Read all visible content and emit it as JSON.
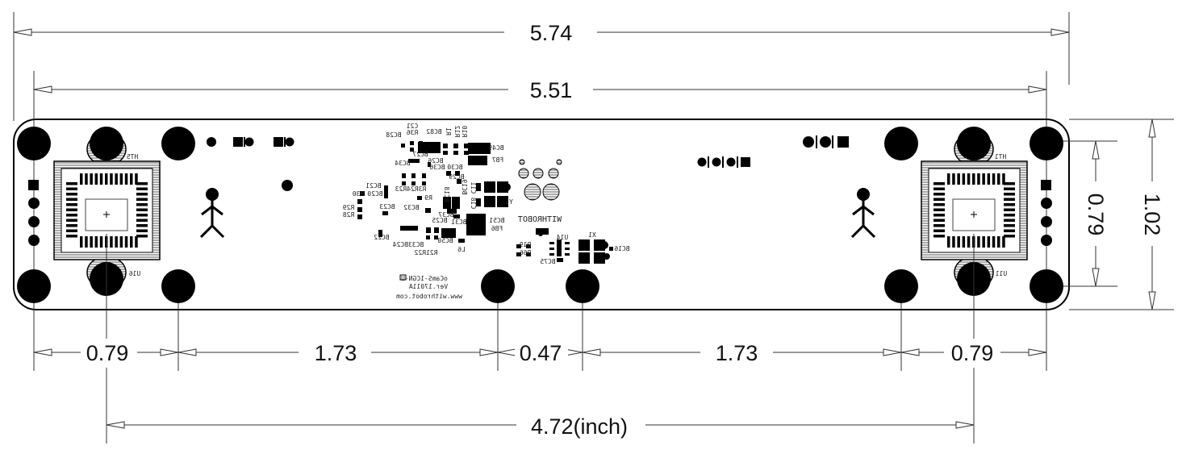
{
  "dimensions": {
    "overall_width": "5.74",
    "board_hole_span": "5.51",
    "left_hole_pitch": "0.79",
    "left_gap": "1.73",
    "center_gap": "0.47",
    "right_gap": "1.73",
    "right_hole_pitch": "0.79",
    "sensor_span": "4.72(inch)",
    "hole_height": "0.79",
    "board_height": "1.02"
  },
  "sockets": {
    "left": {
      "labels": [
        "HT5",
        "U16"
      ]
    },
    "right": {
      "labels": [
        "HT1",
        "U11"
      ]
    }
  },
  "silkscreen": {
    "brand": "WITHROBOT",
    "model": "oCamS-1CGN-U",
    "version": "Ver.17011A",
    "website": "www.withrobot.com",
    "parts": [
      "C21",
      "BC82",
      "R36",
      "BC28",
      "R1",
      "R12",
      "R10",
      "BC49",
      "FB7",
      "BC27",
      "BC34",
      "BC26",
      "BC36",
      "BC30",
      "BC29",
      "BC21",
      "BC20",
      "R30",
      "R29",
      "R28",
      "R3R24R23",
      "BC23",
      "R9",
      "BC18",
      "BC19",
      "C11",
      "C18",
      "BC32",
      "BC37",
      "BC25",
      "BC31",
      "BC51",
      "FB6",
      "Y1",
      "BC22",
      "BC33BC24",
      "BC50",
      "L6",
      "R21R22",
      "U14",
      "R19",
      "R66",
      "BC75",
      "X1",
      "BC16"
    ]
  },
  "colors": {
    "ink": "#000000",
    "line": "#333333",
    "board": "#ffffff"
  }
}
